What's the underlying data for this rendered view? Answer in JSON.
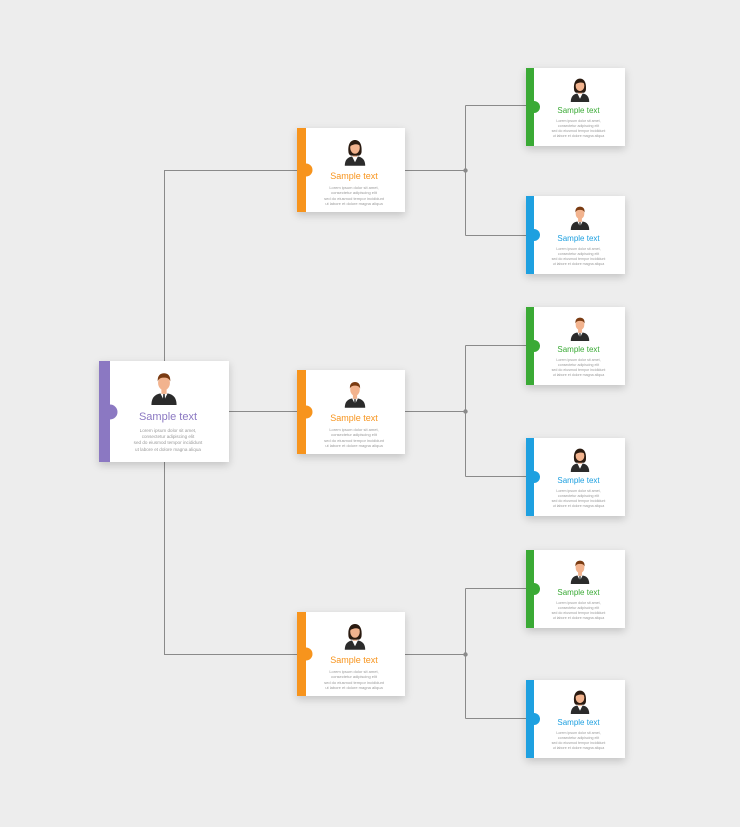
{
  "colors": {
    "background": "#ededed",
    "connector": "#8a8a8a",
    "purple": "#8b78c2",
    "orange": "#f7941d",
    "green": "#3aaa35",
    "blue": "#1ea0e0",
    "skin": "#f2b38e",
    "suit": "#2b2b2b",
    "hair_male": "#7a3b12",
    "hair_female": "#2a1a10"
  },
  "nodes": [
    {
      "id": "root",
      "title": "Sample text",
      "color": "purple",
      "avatar": "male-avatar-icon",
      "desc": [
        "Lorem ipsum dolor sit amet,",
        "consectetur adipiscing elit",
        "sed do eiusmod tempor incididunt",
        "ut labore et dolore magna aliqua"
      ]
    },
    {
      "id": "a",
      "title": "Sample text",
      "color": "orange",
      "avatar": "female-avatar-icon",
      "desc": [
        "Lorem ipsum dolor sit amet,",
        "consectetur adipiscing elit",
        "sed do eiusmod tempor incididunt",
        "ut labore et dolore magna aliqua"
      ]
    },
    {
      "id": "b",
      "title": "Sample text",
      "color": "orange",
      "avatar": "male-avatar-icon",
      "desc": [
        "Lorem ipsum dolor sit amet,",
        "consectetur adipiscing elit",
        "sed do eiusmod tempor incididunt",
        "ut labore et dolore magna aliqua"
      ]
    },
    {
      "id": "c",
      "title": "Sample text",
      "color": "orange",
      "avatar": "female-avatar-icon",
      "desc": [
        "Lorem ipsum dolor sit amet,",
        "consectetur adipiscing elit",
        "sed do eiusmod tempor incididunt",
        "ut labore et dolore magna aliqua"
      ]
    },
    {
      "id": "a1",
      "title": "Sample text",
      "color": "green",
      "avatar": "female-avatar-icon",
      "desc": [
        "Lorem ipsum dolor sit amet,",
        "consectetur adipiscing elit",
        "sed do eiusmod tempor incididunt",
        "ut labore et dolore magna aliqua"
      ]
    },
    {
      "id": "a2",
      "title": "Sample text",
      "color": "blue",
      "avatar": "male-avatar-icon",
      "desc": [
        "Lorem ipsum dolor sit amet,",
        "consectetur adipiscing elit",
        "sed do eiusmod tempor incididunt",
        "ut labore et dolore magna aliqua"
      ]
    },
    {
      "id": "b1",
      "title": "Sample text",
      "color": "green",
      "avatar": "male-avatar-icon",
      "desc": [
        "Lorem ipsum dolor sit amet,",
        "consectetur adipiscing elit",
        "sed do eiusmod tempor incididunt",
        "ut labore et dolore magna aliqua"
      ]
    },
    {
      "id": "b2",
      "title": "Sample text",
      "color": "blue",
      "avatar": "female-avatar-icon",
      "desc": [
        "Lorem ipsum dolor sit amet,",
        "consectetur adipiscing elit",
        "sed do eiusmod tempor incididunt",
        "ut labore et dolore magna aliqua"
      ]
    },
    {
      "id": "c1",
      "title": "Sample text",
      "color": "green",
      "avatar": "male-avatar-icon",
      "desc": [
        "Lorem ipsum dolor sit amet,",
        "consectetur adipiscing elit",
        "sed do eiusmod tempor incididunt",
        "ut labore et dolore magna aliqua"
      ]
    },
    {
      "id": "c2",
      "title": "Sample text",
      "color": "blue",
      "avatar": "female-avatar-icon",
      "desc": [
        "Lorem ipsum dolor sit amet,",
        "consectetur adipiscing elit",
        "sed do eiusmod tempor incididunt",
        "ut labore et dolore magna aliqua"
      ]
    }
  ],
  "edges": [
    [
      "root",
      "a"
    ],
    [
      "root",
      "b"
    ],
    [
      "root",
      "c"
    ],
    [
      "a",
      "a1"
    ],
    [
      "a",
      "a2"
    ],
    [
      "b",
      "b1"
    ],
    [
      "b",
      "b2"
    ],
    [
      "c",
      "c1"
    ],
    [
      "c",
      "c2"
    ]
  ]
}
